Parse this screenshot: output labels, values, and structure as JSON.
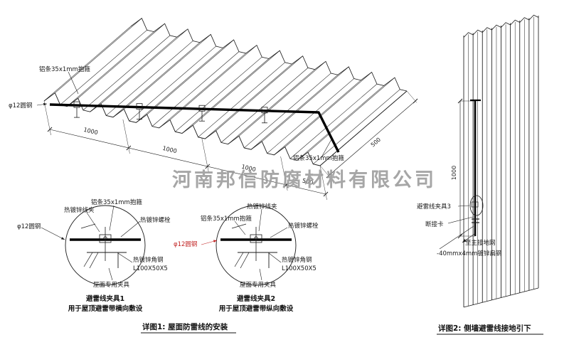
{
  "watermark": "河南邦信防腐材料有限公司",
  "roof": {
    "label_al_strip_top": "铝条35x1mm抱箍",
    "label_round_steel": "φ12圆钢",
    "label_al_strip_right": "铝条35x1mm抱箍",
    "dims_front": [
      "1000",
      "1000",
      "1000",
      "500"
    ],
    "dim_right": "500"
  },
  "detail1": {
    "label_wire_clamp": "热镀锌线夹",
    "label_al_strip": "铝条35x1mm抱箍",
    "label_bolt": "热镀锌螺栓",
    "label_round_steel": "φ12圆钢",
    "label_angle_steel": "热镀锌角钢",
    "label_angle_spec": "L100X50X5",
    "label_roof_clamp": "屋面专用夹具",
    "caption_title": "避雷线夹具1",
    "caption_sub": "用于屋顶避雷带横向敷设"
  },
  "detail2": {
    "label_wire_clamp": "热镀锌线夹",
    "label_al_strip": "铝条35x1mm抱箍",
    "label_bolt": "热镀锌螺栓",
    "label_round_steel": "φ12圆钢",
    "label_angle_steel": "热镀锌角钢",
    "label_angle_spec": "L100X50X5",
    "label_roof_clamp": "屋面专用夹具",
    "caption_title": "避雷线夹具2",
    "caption_sub": "用于屋顶避雷带纵向敷设"
  },
  "wall": {
    "dim_height": "1000",
    "label_clamp3": "避雷线夹具3",
    "label_disconnect": "断接卡",
    "label_to_ground": "至主接地网",
    "label_flat_steel": "-40mmx4mm镀锌扁钢"
  },
  "captions": {
    "fig1": "详图1: 屋面防雷线的安装",
    "fig2": "详图2: 侧墙避雷线接地引下"
  },
  "colors": {
    "line": "#1a1a1a",
    "red": "#c22525",
    "watermark": "#9a9a9a"
  }
}
